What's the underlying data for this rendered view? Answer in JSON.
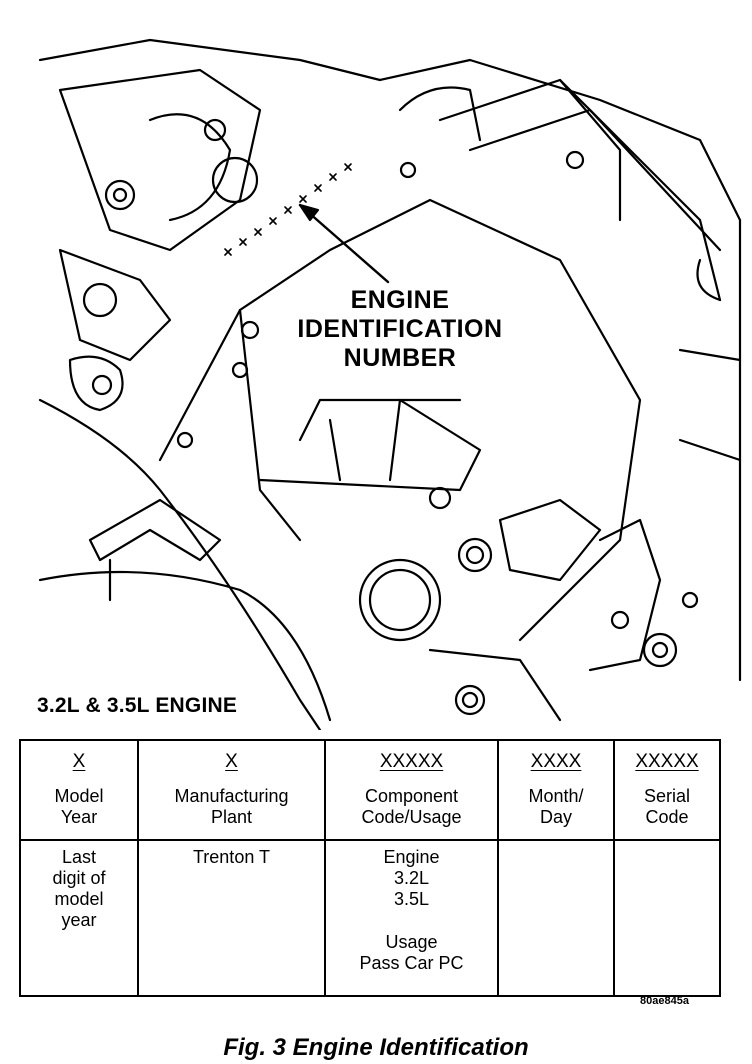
{
  "figure": {
    "callout_lines": [
      "ENGINE",
      "IDENTIFICATION",
      "NUMBER"
    ],
    "engine_label": "3.2L & 3.5L ENGINE",
    "figure_code": "80ae845a",
    "caption": "Fig. 3 Engine Identification"
  },
  "table": {
    "columns": [
      {
        "code": "X",
        "header": [
          "Model",
          "Year"
        ],
        "body": [
          "Last",
          "digit of",
          "model",
          "year"
        ]
      },
      {
        "code": "X",
        "header": [
          "Manufacturing",
          "Plant"
        ],
        "body": [
          "Trenton T"
        ]
      },
      {
        "code": "XXXXX",
        "header": [
          "Component",
          "Code/Usage"
        ],
        "body": [
          "Engine",
          "3.2L",
          "3.5L",
          "",
          "Usage",
          "Pass Car PC"
        ]
      },
      {
        "code": "XXXX",
        "header": [
          "Month/",
          "Day"
        ],
        "body": []
      },
      {
        "code": "XXXXX",
        "header": [
          "Serial",
          "Code"
        ],
        "body": []
      }
    ]
  }
}
